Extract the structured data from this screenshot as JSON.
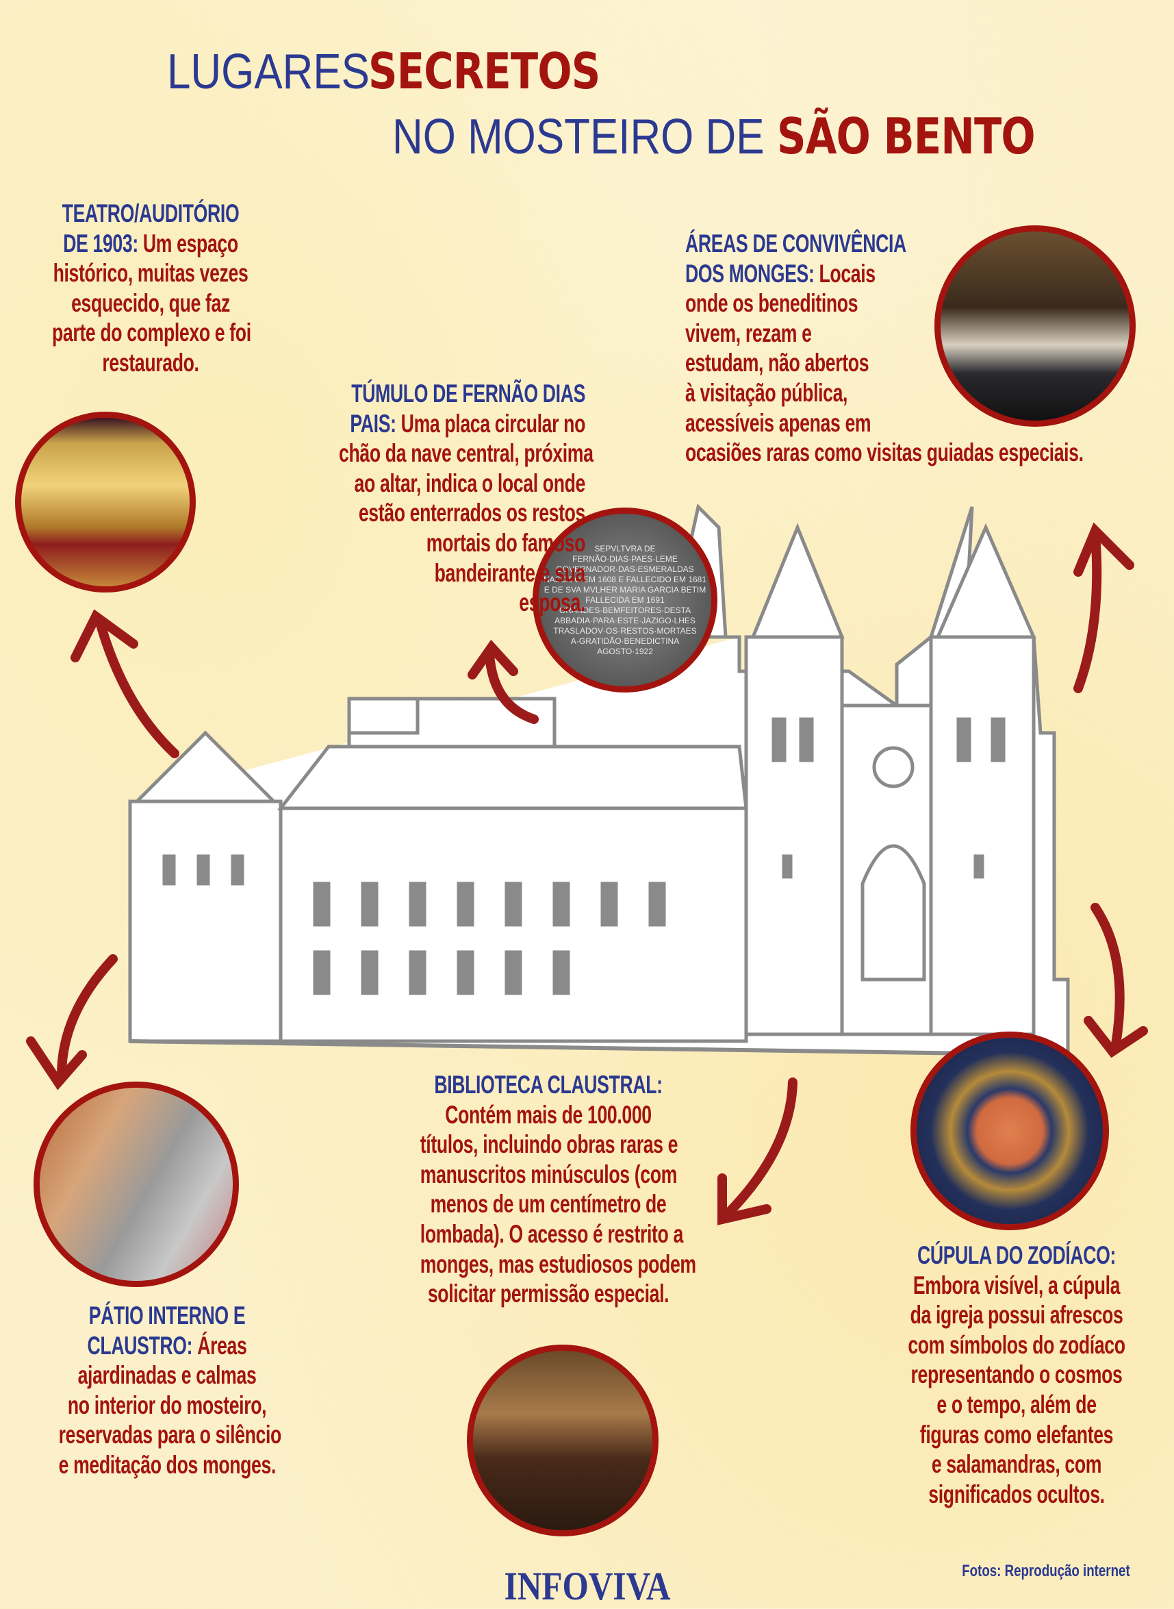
{
  "title": {
    "line1_a": "LUGARES",
    "line1_b": "SECRETOS",
    "line2_a": "NO MOSTEIRO DE",
    "line2_b": "SÃO BENTO"
  },
  "teatro": {
    "lines": [
      {
        "h": "TEATRO/AUDITÓRIO",
        "t": ""
      },
      {
        "h": "DE 1903:",
        "t": " Um espaço"
      },
      {
        "h": "",
        "t": "histórico, muitas vezes"
      },
      {
        "h": "",
        "t": "esquecido, que faz"
      },
      {
        "h": "",
        "t": "parte do complexo e foi"
      },
      {
        "h": "",
        "t": "restaurado."
      }
    ]
  },
  "tumulo": {
    "lines": [
      {
        "h": "TÚMULO DE FERNÃO DIAS",
        "t": ""
      },
      {
        "h": "PAIS:",
        "t": " Uma placa circular no"
      },
      {
        "h": "",
        "t": "chão da nave central, próxima"
      },
      {
        "h": "",
        "t": "ao altar, indica o local onde"
      },
      {
        "h": "",
        "t": "estão enterrados os restos"
      },
      {
        "h": "",
        "t": "mortais do famoso"
      },
      {
        "h": "",
        "t": "bandeirante e sua"
      },
      {
        "h": "",
        "t": "esposa."
      }
    ]
  },
  "areas": {
    "lines": [
      {
        "h": "ÁREAS DE CONVIVÊNCIA",
        "t": ""
      },
      {
        "h": "DOS MONGES:",
        "t": " Locais"
      },
      {
        "h": "",
        "t": "onde os beneditinos"
      },
      {
        "h": "",
        "t": "vivem, rezam e"
      },
      {
        "h": "",
        "t": "estudam, não abertos"
      },
      {
        "h": "",
        "t": "à visitação pública,"
      },
      {
        "h": "",
        "t": "acessíveis apenas em"
      },
      {
        "h": "",
        "t": "ocasiões raras como visitas guiadas especiais."
      }
    ]
  },
  "patio": {
    "lines": [
      {
        "h": "PÁTIO INTERNO E",
        "t": ""
      },
      {
        "h": "CLAUSTRO:",
        "t": " Áreas"
      },
      {
        "h": "",
        "t": "ajardinadas e calmas"
      },
      {
        "h": "",
        "t": "no interior do mosteiro,"
      },
      {
        "h": "",
        "t": "reservadas para o silêncio"
      },
      {
        "h": "",
        "t": "e meditação dos monges."
      }
    ]
  },
  "biblioteca": {
    "lines": [
      {
        "h": "BIBLIOTECA CLAUSTRAL:",
        "t": ""
      },
      {
        "h": "",
        "t": "Contém mais de 100.000"
      },
      {
        "h": "",
        "t": "títulos, incluindo obras raras e"
      },
      {
        "h": "",
        "t": "manuscritos minúsculos (com"
      },
      {
        "h": "",
        "t": "menos de um centímetro de"
      },
      {
        "h": "",
        "t": "lombada). O acesso é restrito a"
      },
      {
        "h": "",
        "t": "monges, mas estudiosos podem"
      },
      {
        "h": "",
        "t": "solicitar permissão especial."
      }
    ]
  },
  "cupula": {
    "lines": [
      {
        "h": "CÚPULA DO ZODÍACO:",
        "t": ""
      },
      {
        "h": "",
        "t": "Embora visível, a cúpula"
      },
      {
        "h": "",
        "t": "da igreja possui afrescos"
      },
      {
        "h": "",
        "t": "com símbolos do zodíaco"
      },
      {
        "h": "",
        "t": "representando o cosmos"
      },
      {
        "h": "",
        "t": "e o tempo, além de"
      },
      {
        "h": "",
        "t": "figuras como elefantes"
      },
      {
        "h": "",
        "t": "e salamandras, com"
      },
      {
        "h": "",
        "t": "significados ocultos."
      }
    ]
  },
  "medal_text": [
    "SEPVLTVRA DE",
    "FERNÃO·DIAS·PAES·LEME",
    "GOVERNADOR·DAS·ESMERALDAS",
    "NASCIDO EM 1608 E FALLECIDO EM 1681",
    "E DE SVA MVLHER MARIA GARCIA BETIM",
    "FALLECIDA EM 1691",
    "GRANDES·BEMFEITORES·DESTA",
    "ABBADIA·PARA·ESTE·JAZIGO·LHES",
    "TRASLADOV·OS·RESTOS·MORTAES",
    "A·GRATIDÃO·BENEDICTINA",
    "AGOSTO·1922"
  ],
  "footer": {
    "brand": "INFOVIVA",
    "credit": "Fotos: Reprodução internet"
  },
  "colors": {
    "blue": "#2b3990",
    "red": "#a3140f"
  }
}
